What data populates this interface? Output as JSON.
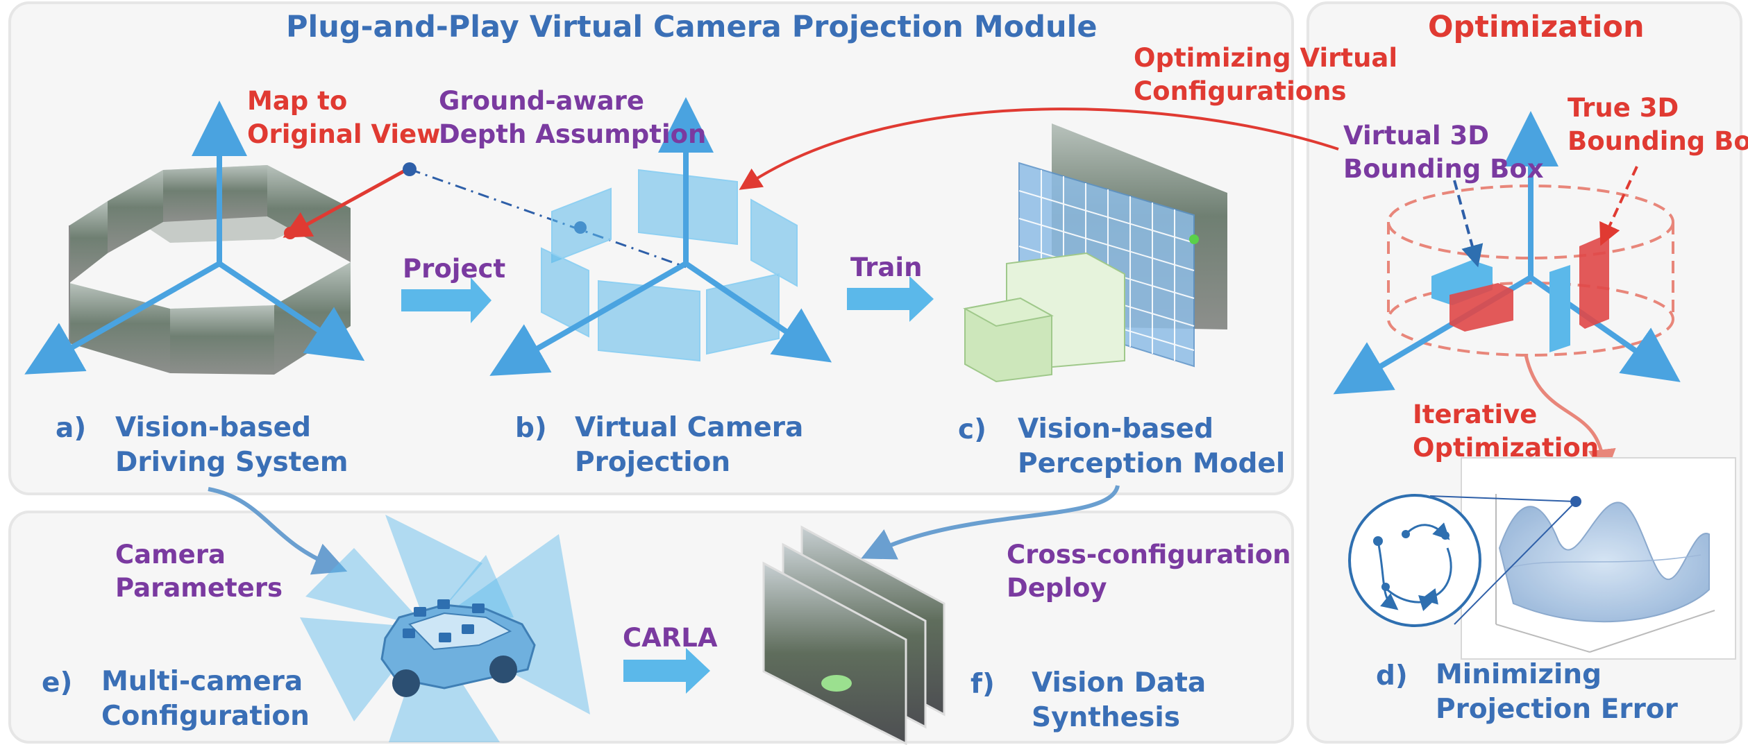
{
  "titles": {
    "main": "Plug-and-Play Virtual Camera Projection Module",
    "optimization": "Optimization"
  },
  "labels": {
    "map_to_original_view": [
      "Map to",
      "Original View"
    ],
    "ground_aware_depth": [
      "Ground-aware",
      "Depth Assumption"
    ],
    "optimizing_virtual": [
      "Optimizing Virtual",
      "Configurations"
    ],
    "virtual_3d_bbox": [
      "Virtual 3D",
      "Bounding Box"
    ],
    "true_3d_bbox": [
      "True 3D",
      "Bounding Box"
    ],
    "project": "Project",
    "train": "Train",
    "iterative_optimization": [
      "Iterative",
      "Optimization"
    ],
    "camera_parameters": [
      "Camera",
      "Parameters"
    ],
    "carla": "CARLA",
    "cross_configuration_deploy": [
      "Cross-configuration",
      "Deploy"
    ]
  },
  "captions": {
    "a": {
      "letter": "a)",
      "lines": [
        "Vision-based",
        "Driving System"
      ]
    },
    "b": {
      "letter": "b)",
      "lines": [
        "Virtual Camera",
        "Projection"
      ]
    },
    "c": {
      "letter": "c)",
      "lines": [
        "Vision-based",
        "Perception Model"
      ]
    },
    "d": {
      "letter": "d)",
      "lines": [
        "Minimizing",
        "Projection Error"
      ]
    },
    "e": {
      "letter": "e)",
      "lines": [
        "Multi-camera",
        "Configuration"
      ]
    },
    "f": {
      "letter": "f)",
      "lines": [
        "Vision Data",
        "Synthesis"
      ]
    }
  },
  "colors": {
    "blue_text": "#3a6fb6",
    "purple_text": "#7a3aa0",
    "red_text": "#e03a32",
    "axis_blue": "#4aa3e0",
    "arrow_fill": "#5bb8ea"
  }
}
